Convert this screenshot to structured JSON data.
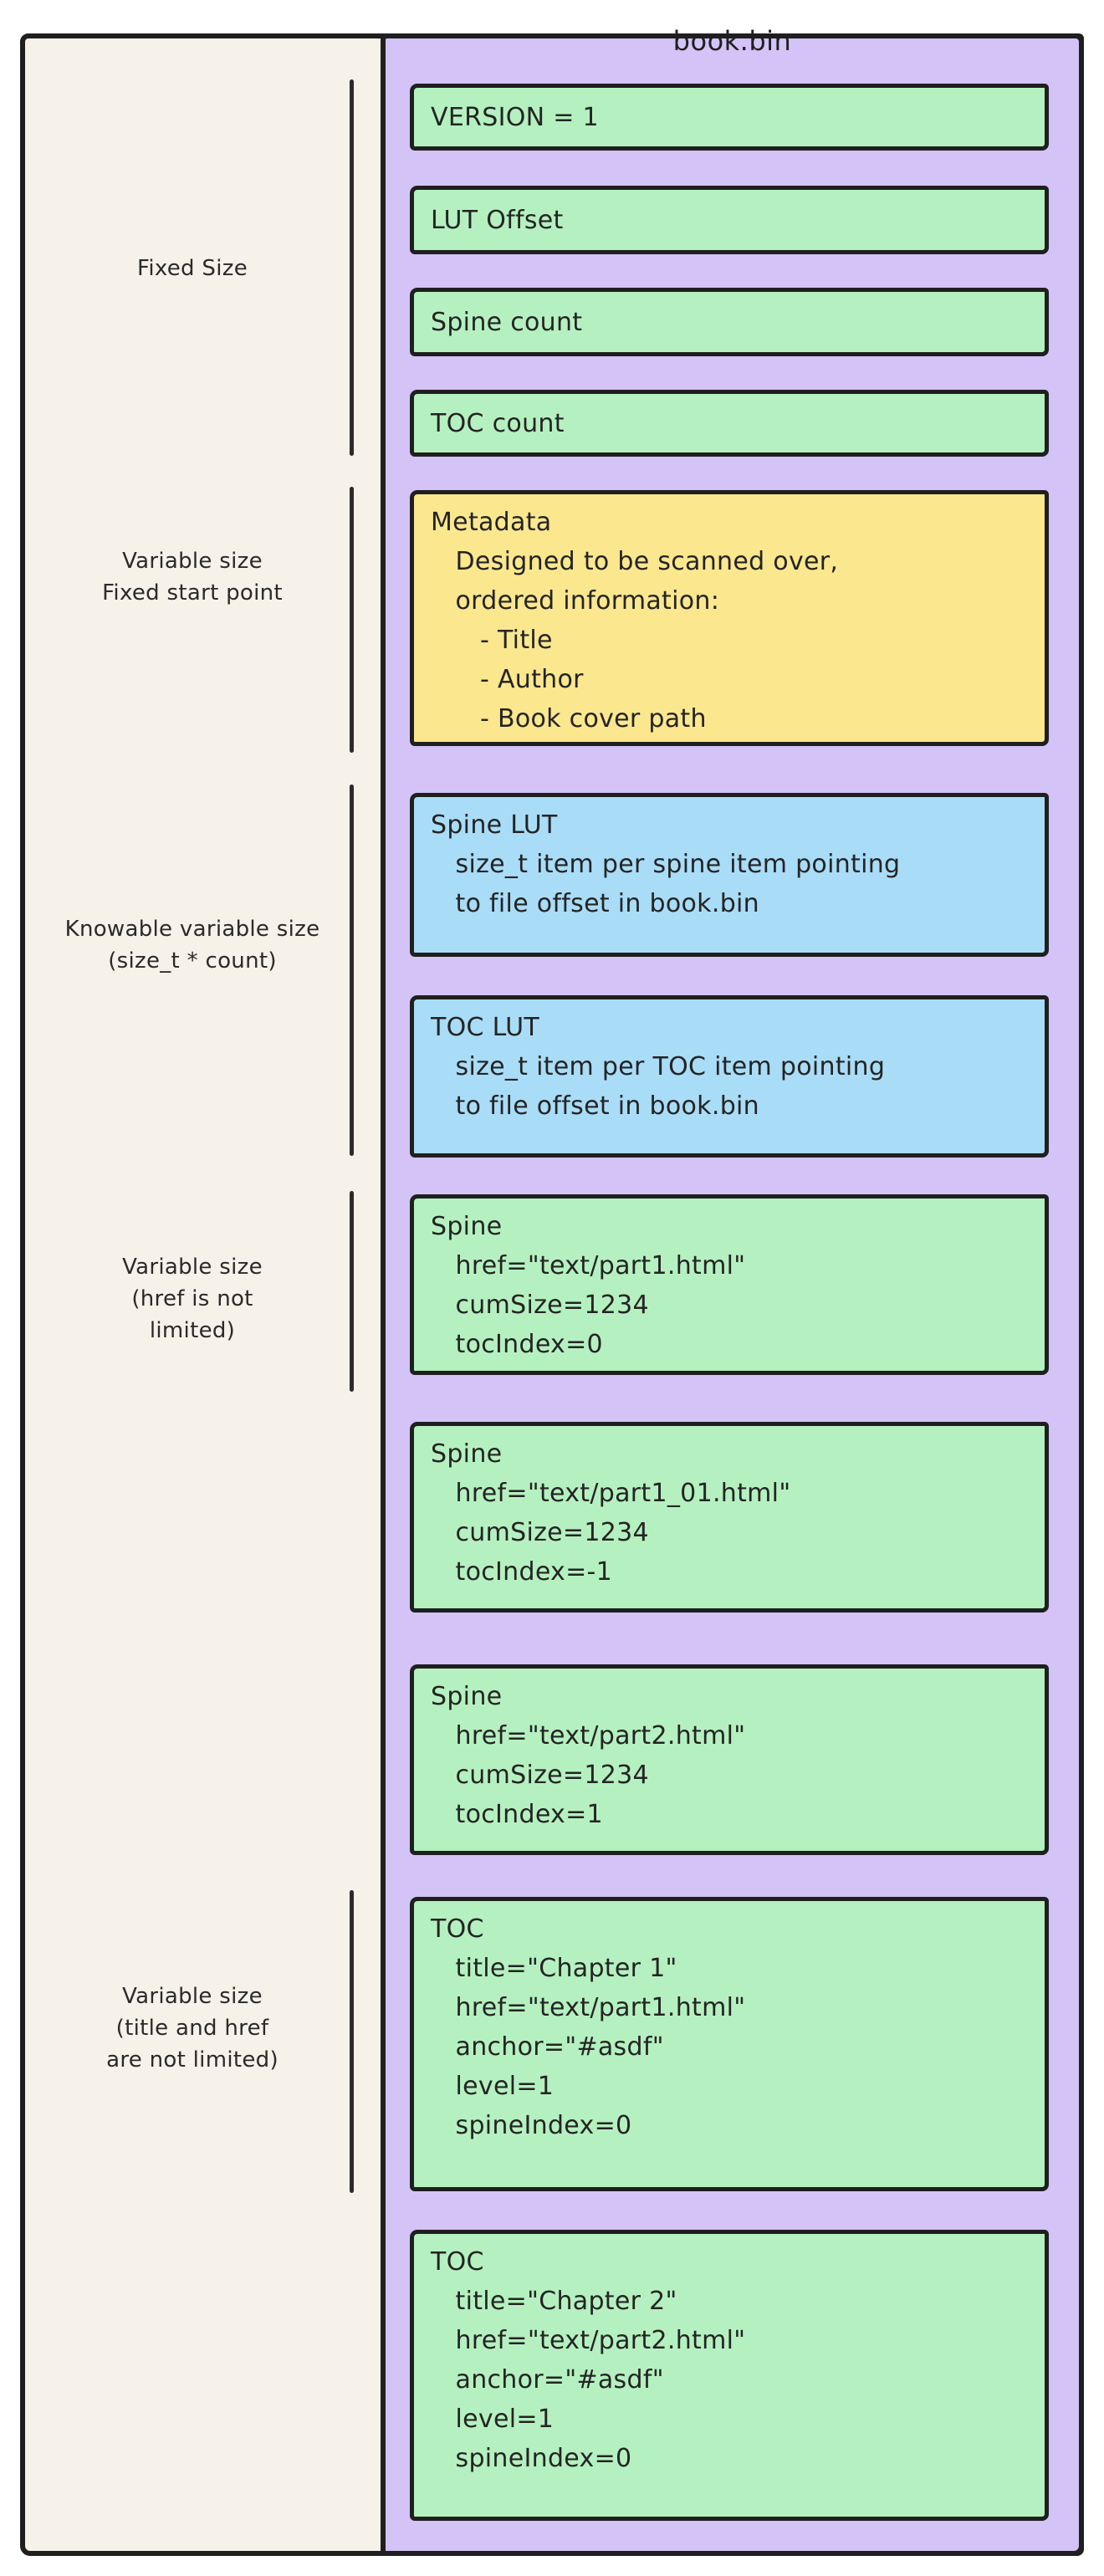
{
  "diagram": {
    "title": "book.bin",
    "colors": {
      "canvas_beige": "#f6f1e9",
      "panel_purple": "#d4c3f6",
      "field_green": "#b5f1c0",
      "metadata_yellow": "#fbe78e",
      "lut_blue": "#a9dcf7",
      "ink": "#1f1f1f"
    },
    "sections": [
      {
        "name": "fixed-size",
        "label_lines": [
          "Fixed Size"
        ]
      },
      {
        "name": "variable-size-fixed-start",
        "label_lines": [
          "Variable size",
          "Fixed start point"
        ]
      },
      {
        "name": "knowable-variable-size",
        "label_lines": [
          "Knowable variable size",
          "(size_t * count)"
        ]
      },
      {
        "name": "variable-size-href",
        "label_lines": [
          "Variable size",
          "(href is not",
          "limited)"
        ]
      },
      {
        "name": "variable-size-title-href",
        "label_lines": [
          "Variable size",
          "(title and href",
          "are not limited)"
        ]
      }
    ],
    "boxes": [
      {
        "name": "box-version",
        "color": "green",
        "field": true,
        "lines": [
          "VERSION = 1"
        ]
      },
      {
        "name": "box-lut-offset",
        "color": "green",
        "field": true,
        "lines": [
          "LUT Offset"
        ]
      },
      {
        "name": "box-spine-count",
        "color": "green",
        "field": true,
        "lines": [
          "Spine count"
        ]
      },
      {
        "name": "box-toc-count",
        "color": "green",
        "field": true,
        "lines": [
          "TOC count"
        ]
      },
      {
        "name": "box-metadata",
        "color": "yellow",
        "field": false,
        "lines": [
          "Metadata",
          "   Designed to be scanned over,",
          "   ordered information:",
          "      - Title",
          "      - Author",
          "      - Book cover path"
        ]
      },
      {
        "name": "box-spine-lut",
        "color": "blue",
        "field": false,
        "lines": [
          "Spine LUT",
          "   size_t item per spine item pointing",
          "   to file offset in book.bin"
        ]
      },
      {
        "name": "box-toc-lut",
        "color": "blue",
        "field": false,
        "lines": [
          "TOC LUT",
          "   size_t item per TOC item pointing",
          "   to file offset in book.bin"
        ]
      },
      {
        "name": "box-spine-entry-1",
        "color": "green",
        "field": false,
        "lines": [
          "Spine",
          "   href=\"text/part1.html\"",
          "   cumSize=1234",
          "   tocIndex=0"
        ]
      },
      {
        "name": "box-spine-entry-2",
        "color": "green",
        "field": false,
        "lines": [
          "Spine",
          "   href=\"text/part1_01.html\"",
          "   cumSize=1234",
          "   tocIndex=-1"
        ]
      },
      {
        "name": "box-spine-entry-3",
        "color": "green",
        "field": false,
        "lines": [
          "Spine",
          "   href=\"text/part2.html\"",
          "   cumSize=1234",
          "   tocIndex=1"
        ]
      },
      {
        "name": "box-toc-entry-1",
        "color": "green",
        "field": false,
        "lines": [
          "TOC",
          "   title=\"Chapter 1\"",
          "   href=\"text/part1.html\"",
          "   anchor=\"#asdf\"",
          "   level=1",
          "   spineIndex=0"
        ]
      },
      {
        "name": "box-toc-entry-2",
        "color": "green",
        "field": false,
        "lines": [
          "TOC",
          "   title=\"Chapter 2\"",
          "   href=\"text/part2.html\"",
          "   anchor=\"#asdf\"",
          "   level=1",
          "   spineIndex=0"
        ]
      }
    ]
  }
}
